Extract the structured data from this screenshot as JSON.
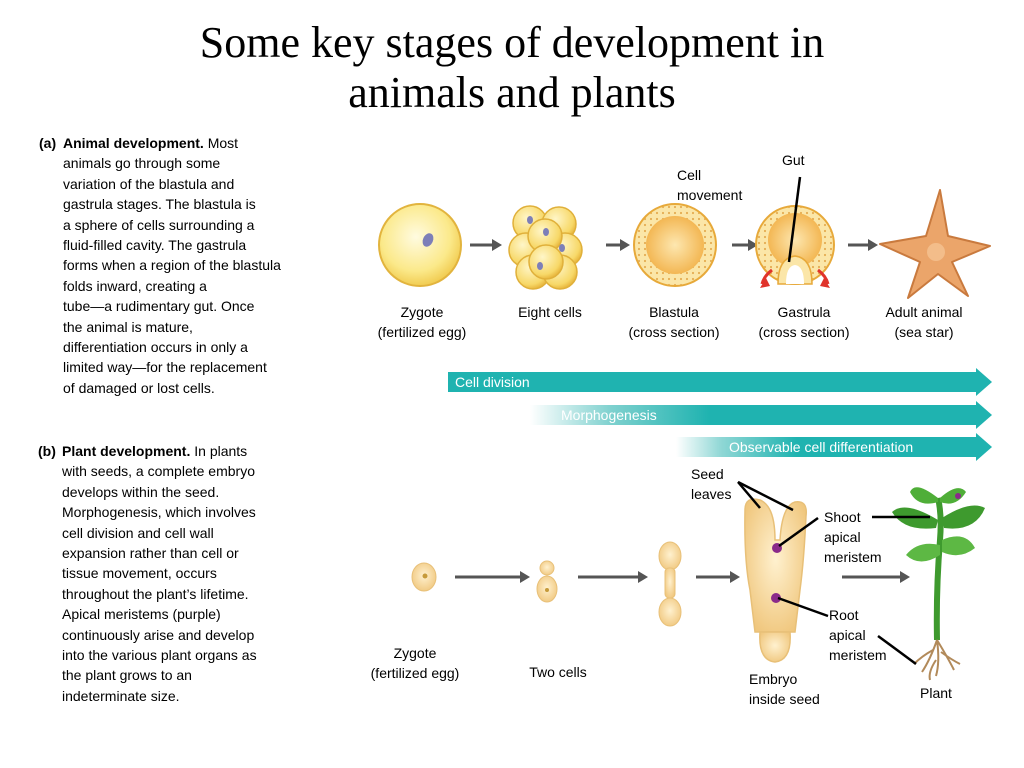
{
  "title": {
    "line1": "Some key stages of development in",
    "line2": "animals and plants"
  },
  "panel_a": {
    "tag": "(a)",
    "heading": "Animal development.",
    "lines": [
      "Most",
      "animals go through some",
      "variation of the blastula and",
      "gastrula stages. The blastula is",
      "a sphere of cells surrounding a",
      "fluid-filled cavity. The gastrula",
      "forms when a region of the blastula",
      "folds inward, creating a",
      "tube—a rudimentary gut. Once",
      "the animal is mature,",
      "differentiation occurs in only a",
      "limited way—for the replacement",
      "of damaged or lost cells."
    ],
    "stages": [
      {
        "line1": "Zygote",
        "line2": "(fertilized egg)"
      },
      {
        "line1": "Eight cells",
        "line2": ""
      },
      {
        "line1": "Blastula",
        "line2": "(cross section)"
      },
      {
        "line1": "Gastrula",
        "line2": "(cross section)"
      },
      {
        "line1": "Adult animal",
        "line2": "(sea star)"
      }
    ],
    "callouts": {
      "gut": "Gut",
      "cell_movement_1": "Cell",
      "cell_movement_2": "movement"
    }
  },
  "timeline": {
    "cell_division": "Cell division",
    "morphogenesis": "Morphogenesis",
    "differentiation": "Observable cell differentiation"
  },
  "panel_b": {
    "tag": "(b)",
    "heading": "Plant development.",
    "lines": [
      "In plants",
      "with seeds, a complete embryo",
      "develops within the  seed.",
      "Morphogenesis, which involves",
      "cell division and cell wall",
      "expansion rather than cell or",
      "tissue movement, occurs",
      "throughout the plant’s lifetime.",
      "Apical meristems (purple)",
      "continuously arise and develop",
      "into the various plant organs as",
      "the plant grows to an",
      "indeterminate size."
    ],
    "stages": {
      "zygote_1": "Zygote",
      "zygote_2": "(fertilized egg)",
      "two_cells": "Two cells",
      "embryo_1": "Embryo",
      "embryo_2": "inside seed",
      "plant": "Plant"
    },
    "callouts": {
      "seed_leaves_1": "Seed",
      "seed_leaves_2": "leaves",
      "shoot_1": "Shoot",
      "shoot_2": "apical",
      "shoot_3": "meristem",
      "root_1": "Root",
      "root_2": "apical",
      "root_3": "meristem"
    }
  },
  "colors": {
    "teal": "#1fb3b0",
    "cell_yellow": "#fbe98a",
    "cell_orange": "#f3b544",
    "nucleus_purple": "#7d7fb8",
    "meristem_purple": "#8a2a8a",
    "sea_star": "#e8a66a",
    "plant_green": "#3e9a2e",
    "seedling_tan": "#f6d89e"
  }
}
